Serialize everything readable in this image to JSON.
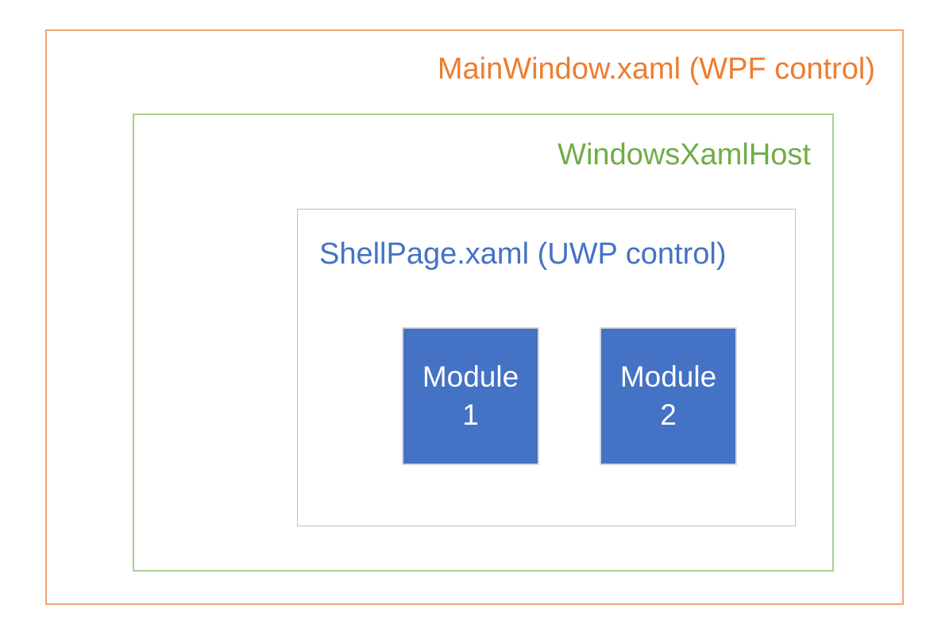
{
  "diagram": {
    "outer_box": {
      "label": "MainWindow.xaml (WPF control)",
      "text_color": "#ed7d31",
      "border_color": "#f2a36f"
    },
    "host_box": {
      "label": "WindowsXamlHost",
      "text_color": "#70ad47",
      "border_color": "#a9d18e"
    },
    "shell_box": {
      "label": "ShellPage.xaml (UWP control)",
      "text_color": "#4472c4",
      "border_color": "#a8c3df"
    },
    "modules": [
      {
        "line1": "Module",
        "line2": "1",
        "fill_color": "#4472c4",
        "border_color": "#d9d9d9",
        "text_color": "#ffffff"
      },
      {
        "line1": "Module",
        "line2": "2",
        "fill_color": "#4472c4",
        "border_color": "#d9d9d9",
        "text_color": "#ffffff"
      }
    ]
  }
}
